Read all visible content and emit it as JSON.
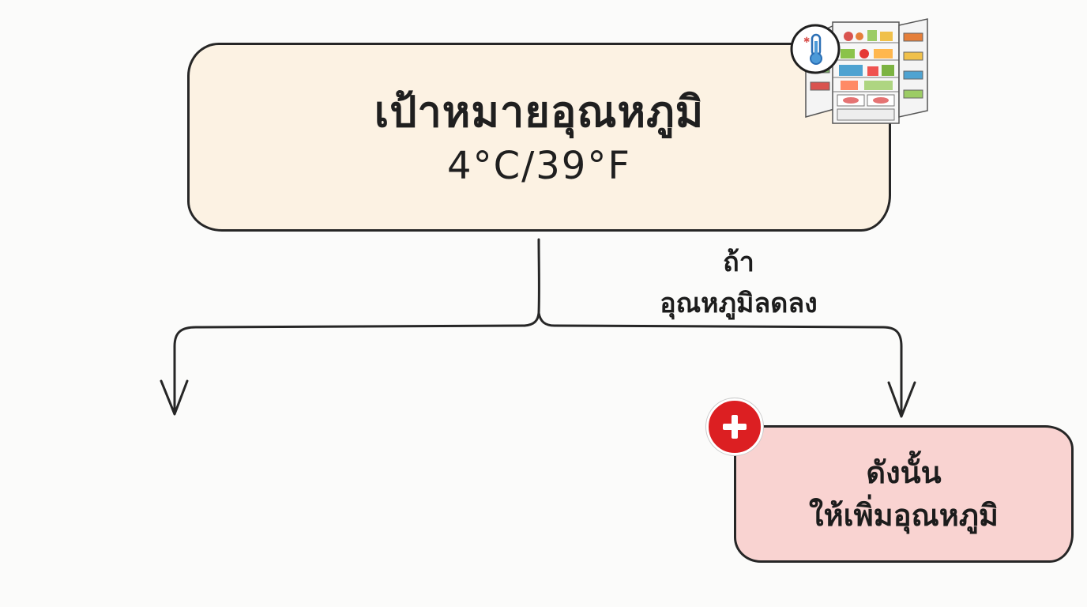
{
  "target": {
    "title": "เป้าหมายอุณหภูมิ",
    "temperature": "4°C/39°F"
  },
  "condition": {
    "line1": "ถ้า",
    "line2": "อุณหภูมิลดลง"
  },
  "action": {
    "line1": "ดังนั้น",
    "line2": "ให้เพิ่มอุณหภูมิ"
  },
  "icons": {
    "fridge": "fridge-with-thermometer-icon",
    "badge": "plus-icon"
  },
  "colors": {
    "target_fill": "#fcf2e3",
    "action_fill": "#f9d3d1",
    "badge_red": "#dc1f22",
    "ink": "#262626"
  }
}
